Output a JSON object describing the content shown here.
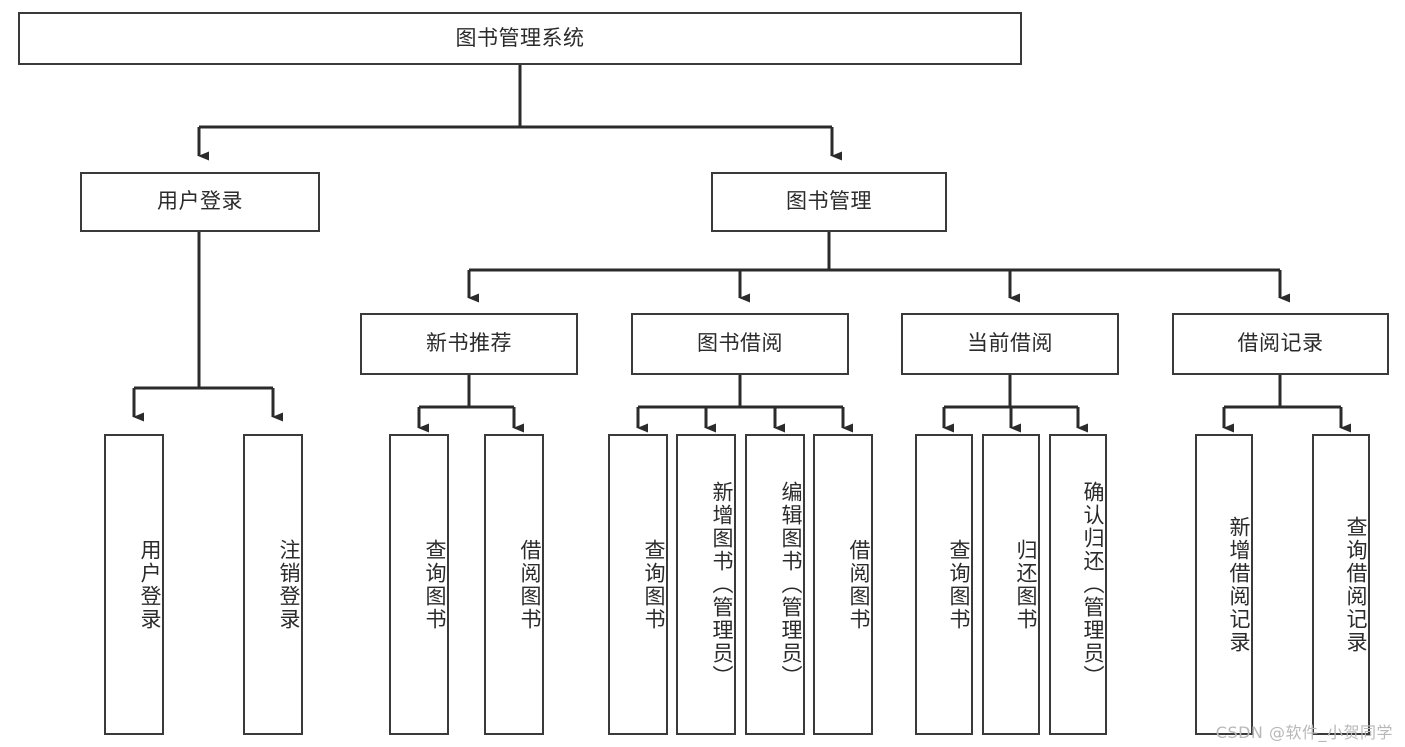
{
  "diagram": {
    "type": "tree",
    "title": "图书管理系统",
    "stroke_color": "#3a3a3a",
    "text_color": "#2b2b2b",
    "background": "#ffffff"
  },
  "root": {
    "label": "图书管理系统"
  },
  "level1": [
    {
      "label": "用户登录"
    },
    {
      "label": "图书管理"
    }
  ],
  "level2": [
    {
      "label": "新书推荐"
    },
    {
      "label": "图书借阅"
    },
    {
      "label": "当前借阅"
    },
    {
      "label": "借阅记录"
    }
  ],
  "leaves": {
    "user_login": [
      {
        "label": "用户登录"
      },
      {
        "label": "注销登录"
      }
    ],
    "new_books": [
      {
        "label": "查询图书"
      },
      {
        "label": "借阅图书"
      }
    ],
    "book_borrow": [
      {
        "label": "查询图书"
      },
      {
        "label": "新增图书（管理员）"
      },
      {
        "label": "编辑图书（管理员）"
      },
      {
        "label": "借阅图书"
      }
    ],
    "current_borrow": [
      {
        "label": "查询图书"
      },
      {
        "label": "归还图书"
      },
      {
        "label": "确认归还（管理员）"
      }
    ],
    "borrow_records": [
      {
        "label": "新增借阅记录"
      },
      {
        "label": "查询借阅记录"
      }
    ]
  },
  "watermark": {
    "text": "CSDN @软件_小贺同学"
  }
}
